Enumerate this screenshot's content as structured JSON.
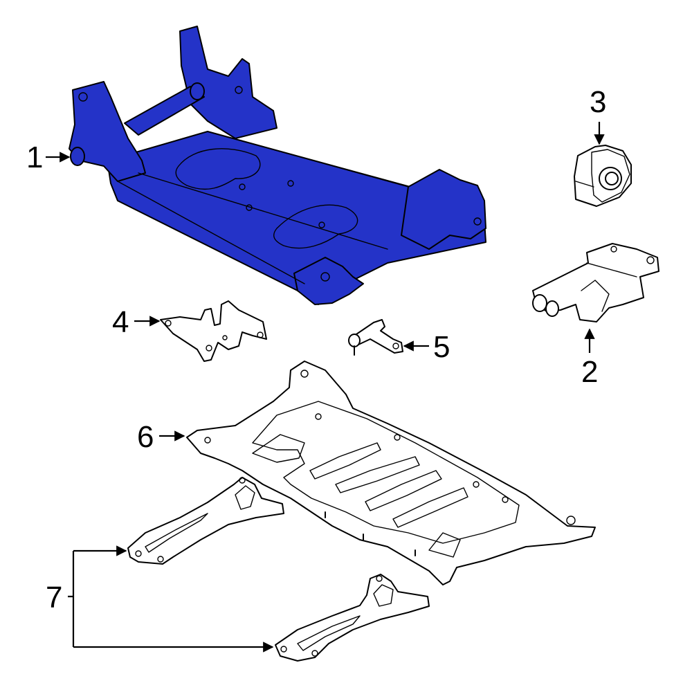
{
  "colors": {
    "highlight": "#2433c8",
    "part_fill": "#ffffff",
    "shade": "#e6e6e6",
    "line": "#000000"
  },
  "callouts": {
    "c1": "1",
    "c2": "2",
    "c3": "3",
    "c4": "4",
    "c5": "5",
    "c6": "6",
    "c7": "7"
  }
}
